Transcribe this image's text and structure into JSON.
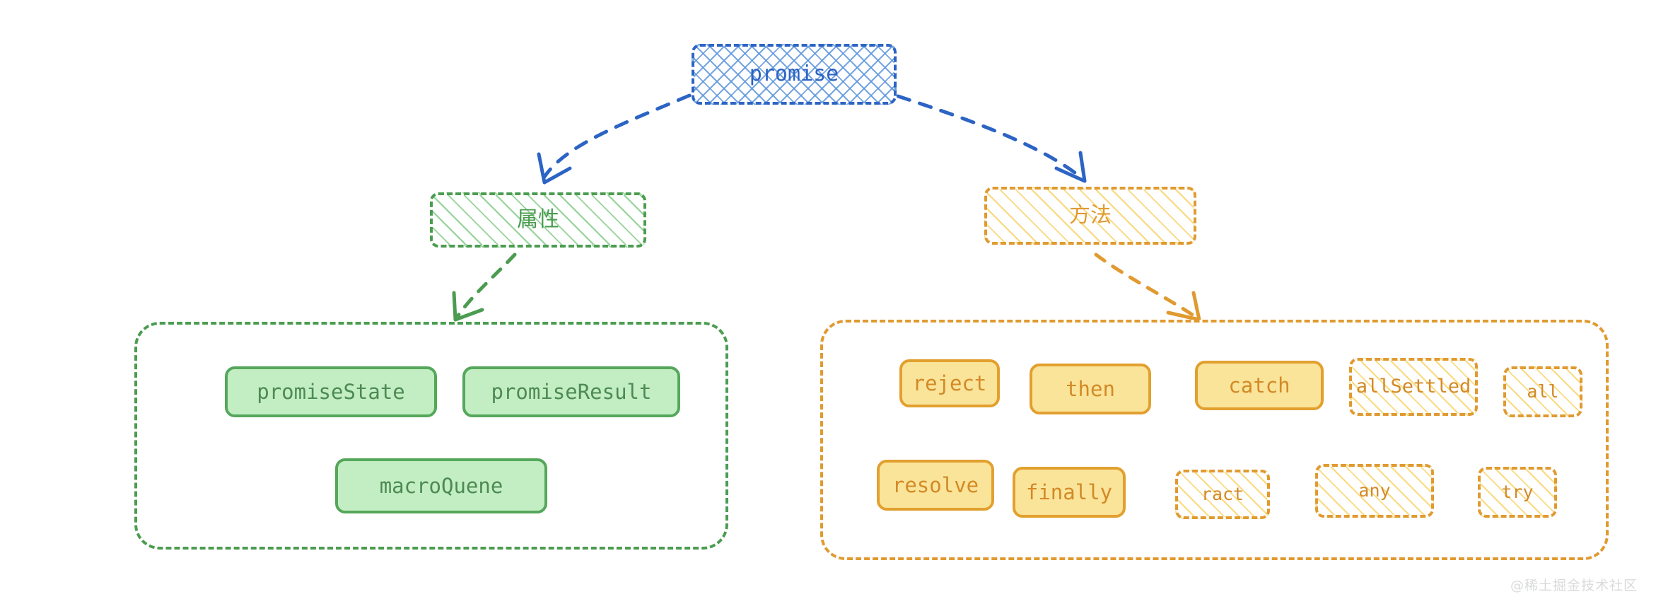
{
  "diagram": {
    "title": "promise",
    "root": {
      "label": "promise",
      "color": "#2c64c4"
    },
    "branches": [
      {
        "label": "属性",
        "color": "#4b9c50"
      },
      {
        "label": "方法",
        "color": "#e09a30"
      }
    ],
    "properties_group": {
      "accent": "#4b9c50",
      "items": [
        {
          "label": "promiseState",
          "style": "solid"
        },
        {
          "label": "promiseResult",
          "style": "solid"
        },
        {
          "label": "macroQuene",
          "style": "solid"
        }
      ]
    },
    "methods_group": {
      "accent": "#e09a30",
      "items": [
        {
          "label": "reject",
          "style": "solid"
        },
        {
          "label": "then",
          "style": "solid"
        },
        {
          "label": "catch",
          "style": "solid"
        },
        {
          "label": "allSettled",
          "style": "dashed"
        },
        {
          "label": "all",
          "style": "dashed"
        },
        {
          "label": "resolve",
          "style": "solid"
        },
        {
          "label": "finally",
          "style": "solid"
        },
        {
          "label": "ract",
          "style": "dashed"
        },
        {
          "label": "any",
          "style": "dashed"
        },
        {
          "label": "try",
          "style": "dashed"
        }
      ]
    },
    "edges": [
      {
        "from": "promise",
        "to": "属性",
        "color": "#2c64c4"
      },
      {
        "from": "promise",
        "to": "方法",
        "color": "#2c64c4"
      },
      {
        "from": "属性",
        "to": "properties_group",
        "color": "#4b9c50"
      },
      {
        "from": "方法",
        "to": "methods_group",
        "color": "#e09a30"
      }
    ]
  },
  "watermark": {
    "text": "@稀土掘金技术社区"
  }
}
